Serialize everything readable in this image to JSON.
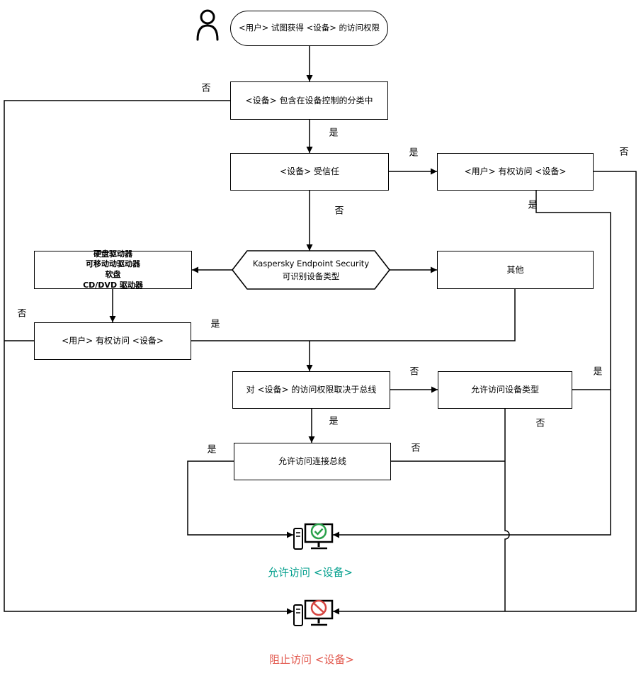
{
  "diagram": {
    "type": "flowchart",
    "labels": {
      "yes": "是",
      "no": "否"
    },
    "nodes": {
      "start": "<用户> 试图获得 <设备> 的访问权限",
      "classification": "<设备> 包含在设备控制的分类中",
      "trusted": "<设备> 受信任",
      "trusted_user_access": "<用户> 有权访问 <设备>",
      "device_types": [
        "硬盘驱动器",
        "可移动动驱动器",
        "软盘",
        "CD/DVD 驱动器"
      ],
      "identify_line1": "Kaspersky Endpoint Security",
      "identify_line2": "可识别设备类型",
      "other": "其他",
      "user_access": "<用户> 有权访问 <设备>",
      "bus_dependency": "对 <设备> 的访问权限取决于总线",
      "device_type_allowed": "允许访问设备类型",
      "connection_bus_allowed": "允许访问连接总线",
      "access_allowed": "允许访问 <设备>",
      "access_blocked": "阻止访问 <设备>"
    },
    "colors": {
      "line": "#000000",
      "box_fill": "#ffffff",
      "allowed_text": "#009e8c",
      "blocked_text": "#e2574c",
      "check_icon": "#2aa14b",
      "block_icon": "#d64541"
    }
  }
}
